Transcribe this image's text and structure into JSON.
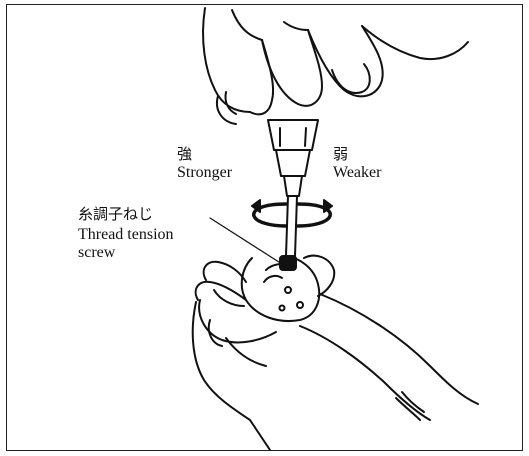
{
  "labels": {
    "stronger_jp": "強",
    "stronger_en": "Stronger",
    "weaker_jp": "弱",
    "weaker_en": "Weaker",
    "screw_jp": "糸調子ねじ",
    "screw_en_line1": "Thread tension",
    "screw_en_line2": "screw"
  },
  "colors": {
    "ink": "#111111",
    "paper": "#ffffff"
  }
}
